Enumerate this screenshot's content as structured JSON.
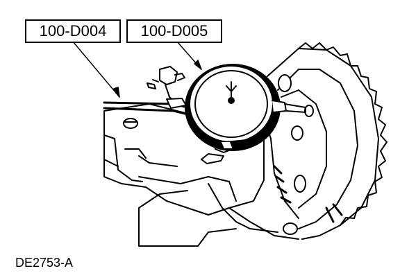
{
  "callouts": [
    {
      "label": "100-D004"
    },
    {
      "label": "100-D005"
    }
  ],
  "figure_id": "DE2753-A",
  "colors": {
    "ink": "#000000",
    "paper": "#ffffff"
  }
}
